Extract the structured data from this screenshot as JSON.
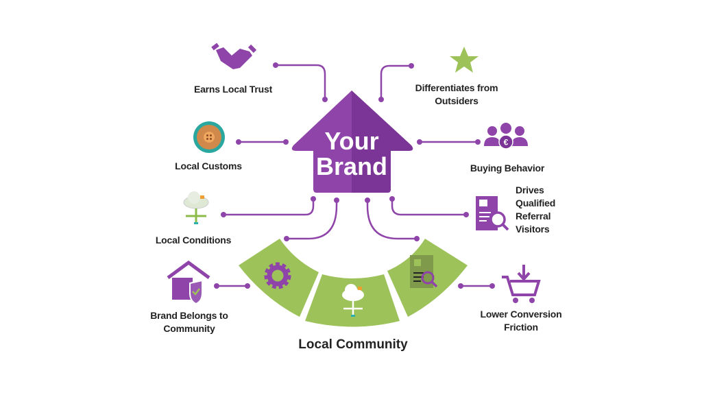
{
  "center": {
    "line1": "Your",
    "line2": "Brand"
  },
  "community_label": "Local Community",
  "nodes": {
    "earns_trust": "Earns Local Trust",
    "local_customs": "Local Customs",
    "local_conditions": "Local Conditions",
    "brand_belongs": [
      "Brand Belongs to",
      "Community"
    ],
    "differentiates": [
      "Differentiates from",
      "Outsiders"
    ],
    "buying_behavior": "Buying Behavior",
    "drives_referral": [
      "Drives",
      "Qualified",
      "Referral",
      "Visitors"
    ],
    "lower_friction": [
      "Lower Conversion",
      "Friction"
    ]
  },
  "icons": {
    "earns_trust": "handshake-icon",
    "local_customs": "button-coin-icon",
    "local_conditions": "weather-vane-icon",
    "brand_belongs": "house-shield-icon",
    "differentiates": "star-icon",
    "buying_behavior": "group-euro-icon",
    "drives_referral": "document-search-icon",
    "lower_friction": "shopping-cart-icon"
  },
  "colors": {
    "purple": "#8e44a8",
    "purple_dark": "#7a3596",
    "green": "#9dc25a",
    "text": "#222222"
  }
}
